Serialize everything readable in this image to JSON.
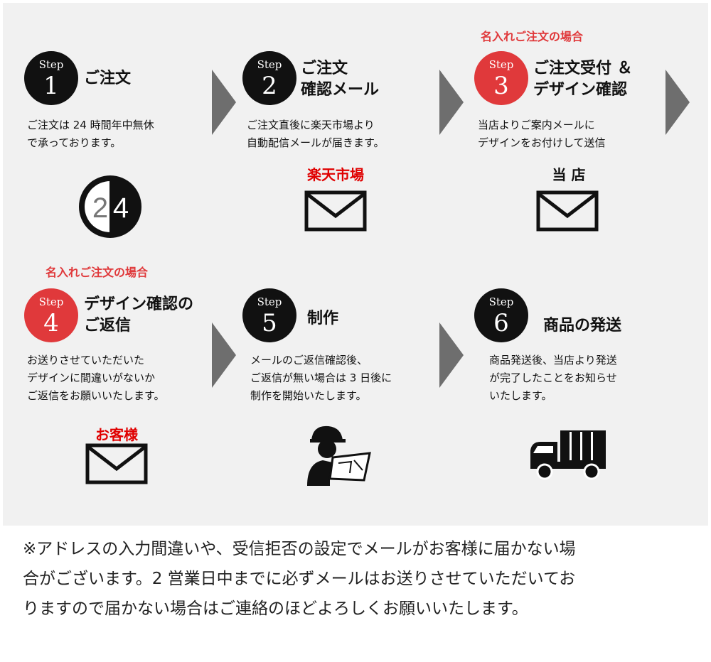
{
  "steps": [
    {
      "label": "Step",
      "num": "1",
      "title": [
        "ご注文"
      ],
      "desc": [
        "ご注文は 24 時間年中無休",
        "で承っております。"
      ]
    },
    {
      "label": "Step",
      "num": "2",
      "title": [
        "ご注文",
        "確認メール"
      ],
      "desc": [
        "ご注文直後に楽天市場より",
        "自動配信メールが届きます。"
      ],
      "caption": "楽天市場"
    },
    {
      "label": "Step",
      "num": "3",
      "note": "名入れご注文の場合",
      "title": [
        "ご注文受付 ＆",
        "デザイン確認"
      ],
      "desc": [
        "当店よりご案内メールに",
        "デザインをお付けして送信"
      ],
      "caption": "当 店"
    },
    {
      "label": "Step",
      "num": "4",
      "note": "名入れご注文の場合",
      "title": [
        "デザイン確認の",
        "ご返信"
      ],
      "desc": [
        "お送りさせていただいた",
        "デザインに間違いがないか",
        "ご返信をお願いいたします。"
      ],
      "caption": "お客様"
    },
    {
      "label": "Step",
      "num": "5",
      "title": [
        "制作"
      ],
      "desc": [
        "メールのご返信確認後、",
        "ご返信が無い場合は 3 日後に",
        "制作を開始いたします。"
      ]
    },
    {
      "label": "Step",
      "num": "6",
      "title": [
        "商品の発送"
      ],
      "desc": [
        "商品発送後、当店より発送",
        "が完了したことをお知らせ",
        "いたします。"
      ]
    }
  ],
  "clock_icon": {
    "left_digit": "2",
    "right_digit": "4"
  },
  "footer": [
    "※アドレスの入力間違いや、受信拒否の設定でメールがお客様に届かない場",
    "合がございます。2 営業日中までに必ずメールはお送りさせていただいてお",
    "りますので届かない場合はご連絡のほどよろしくお願いいたします。"
  ],
  "colors": {
    "accent_red": "#e0393b",
    "badge_black": "#111111",
    "arrow_gray": "#6e6e6e",
    "panel_bg": "#f1f1f1"
  }
}
